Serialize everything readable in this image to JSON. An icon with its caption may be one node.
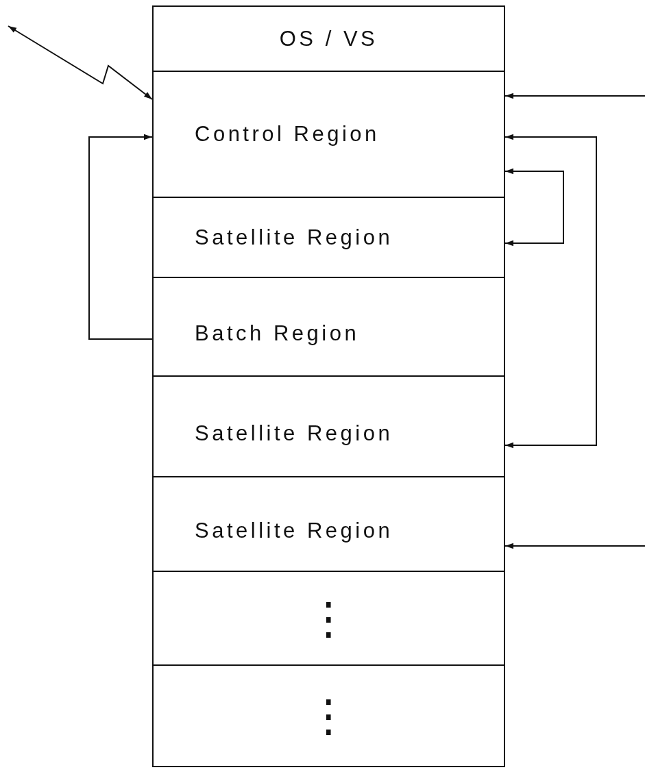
{
  "diagram": {
    "nodes": [
      {
        "text": [
          "OS / VS"
        ]
      },
      {
        "text": [
          "Control Region"
        ]
      },
      {
        "text": [
          "Satellite Region"
        ]
      },
      {
        "text": [
          "Batch Region"
        ]
      },
      {
        "text": [
          "Satellite Region"
        ]
      },
      {
        "text": [
          "Satellite Region"
        ]
      },
      {
        "text": [
          "⋮"
        ]
      },
      {
        "text": [
          "⋮"
        ]
      }
    ],
    "edges": [
      {
        "from": null,
        "to": 1,
        "arrow": "both"
      },
      {
        "from": 3,
        "to": 1,
        "arrow": "to"
      },
      {
        "from": null,
        "to": 1,
        "arrow": "to"
      },
      {
        "from": 1,
        "to": 4,
        "arrow": "both"
      },
      {
        "from": 1,
        "to": 2,
        "arrow": "both"
      },
      {
        "from": null,
        "to": 5,
        "arrow": "to"
      }
    ]
  }
}
